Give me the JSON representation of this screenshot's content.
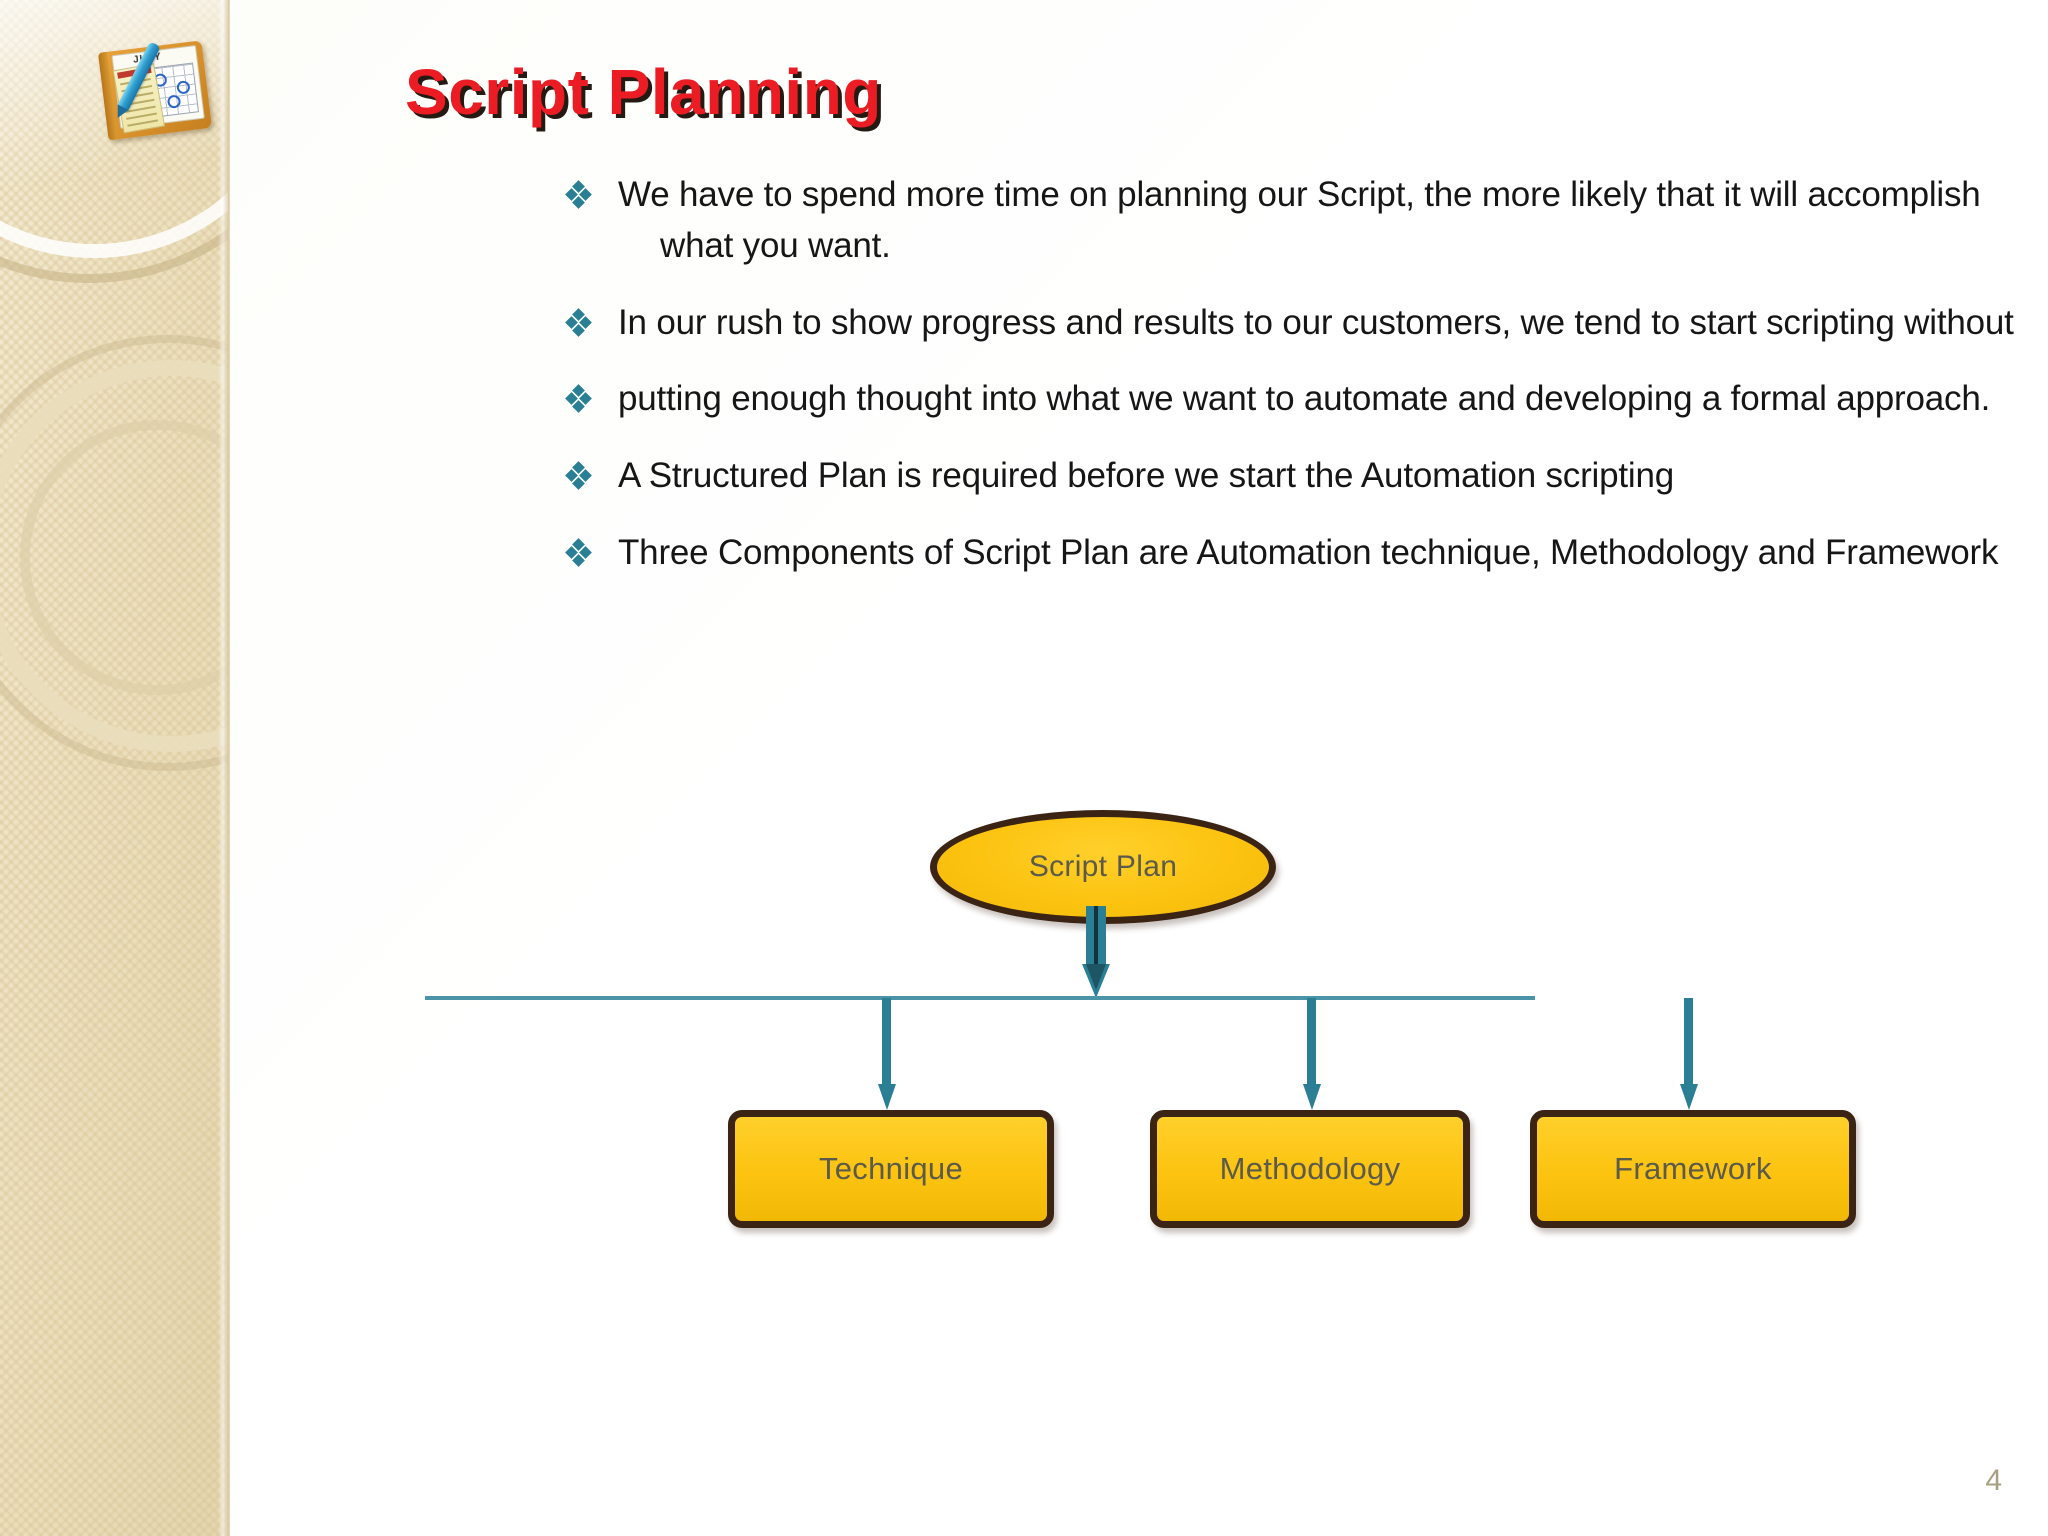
{
  "slide": {
    "title": "Script Planning",
    "slide_number": "4",
    "title_color": "#ec1c24",
    "title_shadow_color": "#241a12",
    "bullet_marker_color": "#2a7f95",
    "body_text_color": "#161616",
    "slide_number_color": "#a8a083",
    "sidebar_color": "#eee2c2"
  },
  "decoration": {
    "planner_icon_name": "planner-calendar-icon",
    "planner_month": "JULY"
  },
  "bullets": [
    {
      "marker": "diamond-cluster",
      "text": "We have to spend more time on planning our Script, the more likely that it will accomplish",
      "continuation": "what you want."
    },
    {
      "marker": "diamond-cluster",
      "text": "In our rush to show progress and results to our customers, we tend to start scripting without",
      "continuation": ""
    },
    {
      "marker": "diamond-cluster",
      "text": "putting enough thought into what we want to automate and developing a formal approach.",
      "continuation": ""
    },
    {
      "marker": "diamond-cluster",
      "text": "A Structured Plan is required before we start the Automation scripting",
      "continuation": ""
    },
    {
      "marker": "diamond-cluster",
      "text": "Three Components of Script Plan are Automation technique, Methodology and Framework",
      "continuation": ""
    }
  ],
  "diagram": {
    "root": {
      "label": "Script Plan",
      "shape": "ellipse",
      "fill": "#fcc310",
      "border": "#3c2415",
      "text_color": "#5c5a4a"
    },
    "connector": {
      "bus_line_color": "#4b93a6",
      "arrow_color": "#2a7f95",
      "arrow_inner_color": "#12333d"
    },
    "children": [
      {
        "label": "Technique",
        "shape": "rounded-rect",
        "fill": "#fcc310",
        "border": "#3c2415",
        "text_color": "#5c5a4a"
      },
      {
        "label": "Methodology",
        "shape": "rounded-rect",
        "fill": "#fcc310",
        "border": "#3c2415",
        "text_color": "#5c5a4a"
      },
      {
        "label": "Framework",
        "shape": "rounded-rect",
        "fill": "#fcc310",
        "border": "#3c2415",
        "text_color": "#5c5a4a"
      }
    ]
  }
}
